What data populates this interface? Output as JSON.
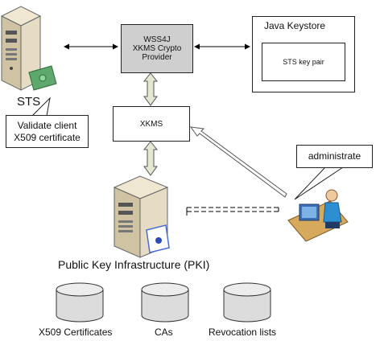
{
  "nodes": {
    "sts": {
      "label": "STS"
    },
    "crypto_provider": {
      "line1": "WSS4J",
      "line2": "XKMS Crypto",
      "line3": "Provider"
    },
    "keystore": {
      "title": "Java Keystore",
      "inner": "STS key pair"
    },
    "validate_note": {
      "line1": "Validate client",
      "line2": "X509 certificate"
    },
    "xkms": {
      "label": "XKMS"
    },
    "administrate_note": {
      "label": "administrate"
    },
    "pki": {
      "label": "Public Key Infrastructure (PKI)"
    }
  },
  "stores": [
    {
      "label": "X509 Certificates"
    },
    {
      "label": "CAs"
    },
    {
      "label": "Revocation lists"
    }
  ],
  "colors": {
    "server_body": "#e6dcc4",
    "server_dark": "#b9ad8f",
    "box_fill": "#cfcfcf",
    "db_fill": "#dcdcdc",
    "arrow_fill": "#e3e8d2"
  },
  "icons": {
    "server": "server-icon",
    "money": "money-icon",
    "certificate": "certificate-icon",
    "database": "database-icon",
    "admin": "admin-user-icon"
  }
}
